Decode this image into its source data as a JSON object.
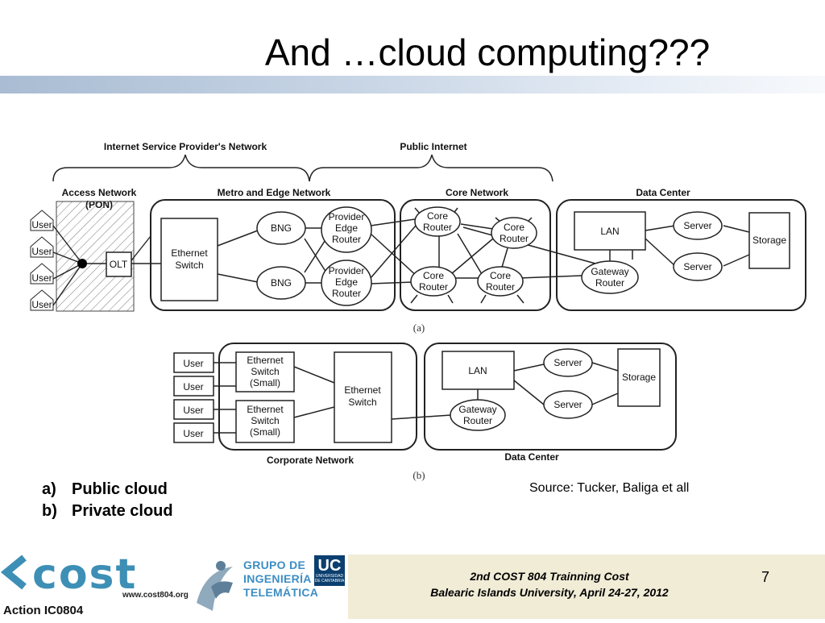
{
  "slide": {
    "title": "And …cloud computing???",
    "page_number": "7"
  },
  "diagram_a": {
    "caption": "(a)",
    "brace_isp": "Internet Service Provider's Network",
    "brace_public": "Public Internet",
    "section_access": "Access Network",
    "section_access_sub": "(PON)",
    "section_metro": "Metro and Edge Network",
    "section_core": "Core Network",
    "section_dc": "Data Center",
    "users": [
      "User",
      "User",
      "User",
      "User"
    ],
    "olt": "OLT",
    "ethernet_switch": [
      "Ethernet",
      "Switch"
    ],
    "bng": [
      "BNG",
      "BNG"
    ],
    "provider_edge_router": [
      "Provider",
      "Edge",
      "Router"
    ],
    "core_router": [
      "Core",
      "Router"
    ],
    "lan": "LAN",
    "gateway_router": [
      "Gateway",
      "Router"
    ],
    "server": [
      "Server",
      "Server"
    ],
    "storage": "Storage"
  },
  "diagram_b": {
    "caption": "(b)",
    "users": [
      "User",
      "User",
      "User",
      "User"
    ],
    "small_switch": [
      "Ethernet",
      "Switch",
      "(Small)"
    ],
    "ethernet_switch": [
      "Ethernet",
      "Switch"
    ],
    "lan": "LAN",
    "gateway_router": [
      "Gateway",
      "Router"
    ],
    "server": [
      "Server",
      "Server"
    ],
    "storage": "Storage",
    "section_corporate": "Corporate Network",
    "section_dc": "Data Center"
  },
  "list": [
    {
      "marker": "a)",
      "text": "Public cloud"
    },
    {
      "marker": "b)",
      "text": "Private cloud"
    }
  ],
  "source": "Source: Tucker, Baliga et all",
  "footer": {
    "line1": "2nd  COST 804 Trainning Cost",
    "line2": "Balearic Islands University, April 24-27, 2012",
    "cost_logo_text": "cost",
    "cost_url": "www.cost804.org",
    "action": "Action IC0804",
    "group_logo_lines": [
      "GRUPO DE",
      "INGENIERÍA",
      "TELEMÁTICA"
    ],
    "uc_logo": "UC",
    "uc_sub": "UNIVERSIDAD DE CANTABRIA"
  },
  "colors": {
    "title_band": "#a9bcd3",
    "footer_band": "#f1ecd6",
    "cost_blue": "#3d8fb5",
    "uc_blue": "#0b3f6f"
  }
}
